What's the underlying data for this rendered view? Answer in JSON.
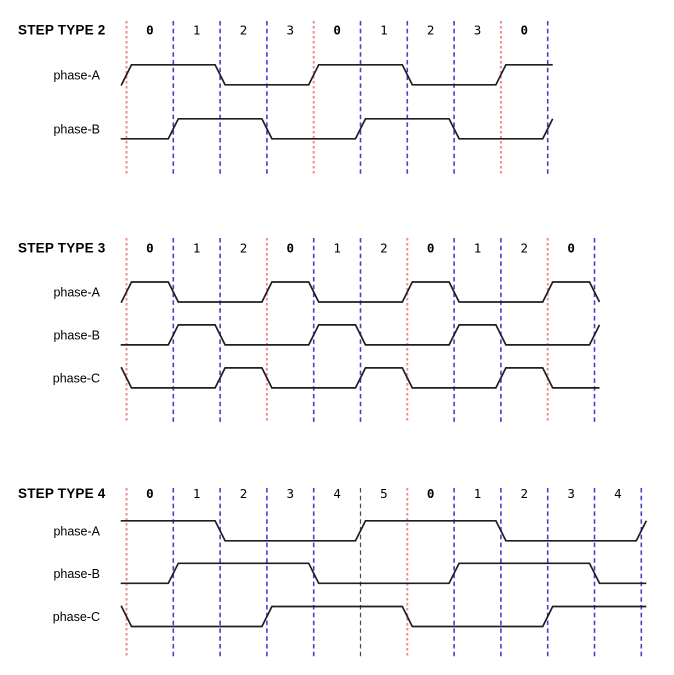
{
  "colors": {
    "background": "#ffffff",
    "waveform": "#1f1f1f",
    "text": "#000000",
    "grid_red": "#f08a8a",
    "grid_blue": "#4141d0",
    "grid_black": "#4a4a4a"
  },
  "diagrams": [
    {
      "title": "STEP TYPE 2",
      "step_labels": [
        "0",
        "1",
        "2",
        "3",
        "0",
        "1",
        "2",
        "3",
        "0"
      ],
      "bold_label_value": "0",
      "grid_lines": [
        "red",
        "blue",
        "blue",
        "blue",
        "red",
        "blue",
        "blue",
        "blue",
        "red",
        "blue"
      ],
      "phases": [
        {
          "label": "phase-A",
          "levels_pre_steps_post": [
            0,
            1,
            1,
            0,
            0,
            1,
            1,
            0,
            0,
            1,
            1
          ]
        },
        {
          "label": "phase-B",
          "levels_pre_steps_post": [
            0,
            0,
            1,
            1,
            0,
            0,
            1,
            1,
            0,
            0,
            1
          ]
        }
      ]
    },
    {
      "title": "STEP TYPE 3",
      "step_labels": [
        "0",
        "1",
        "2",
        "0",
        "1",
        "2",
        "0",
        "1",
        "2",
        "0"
      ],
      "bold_label_value": "0",
      "grid_lines": [
        "red",
        "blue",
        "blue",
        "red",
        "blue",
        "blue",
        "red",
        "blue",
        "blue",
        "red",
        "blue"
      ],
      "phases": [
        {
          "label": "phase-A",
          "levels_pre_steps_post": [
            0,
            1,
            0,
            0,
            1,
            0,
            0,
            1,
            0,
            0,
            1,
            0
          ]
        },
        {
          "label": "phase-B",
          "levels_pre_steps_post": [
            0,
            0,
            1,
            0,
            0,
            1,
            0,
            0,
            1,
            0,
            0,
            1
          ]
        },
        {
          "label": "phase-C",
          "levels_pre_steps_post": [
            1,
            0,
            0,
            1,
            0,
            0,
            1,
            0,
            0,
            1,
            0,
            0
          ]
        }
      ]
    },
    {
      "title": "STEP TYPE 4",
      "step_labels": [
        "0",
        "1",
        "2",
        "3",
        "4",
        "5",
        "0",
        "1",
        "2",
        "3",
        "4"
      ],
      "bold_label_value": "0",
      "grid_lines": [
        "red",
        "blue",
        "blue",
        "blue",
        "blue",
        "black",
        "red",
        "blue",
        "blue",
        "blue",
        "blue",
        "blue"
      ],
      "phases": [
        {
          "label": "phase-A",
          "levels_pre_steps_post": [
            1,
            1,
            1,
            0,
            0,
            0,
            1,
            1,
            1,
            0,
            0,
            0,
            1
          ]
        },
        {
          "label": "phase-B",
          "levels_pre_steps_post": [
            0,
            0,
            1,
            1,
            1,
            0,
            0,
            0,
            1,
            1,
            1,
            0,
            0
          ]
        },
        {
          "label": "phase-C",
          "levels_pre_steps_post": [
            1,
            0,
            0,
            0,
            1,
            1,
            1,
            0,
            0,
            0,
            1,
            1,
            1
          ]
        }
      ]
    }
  ]
}
